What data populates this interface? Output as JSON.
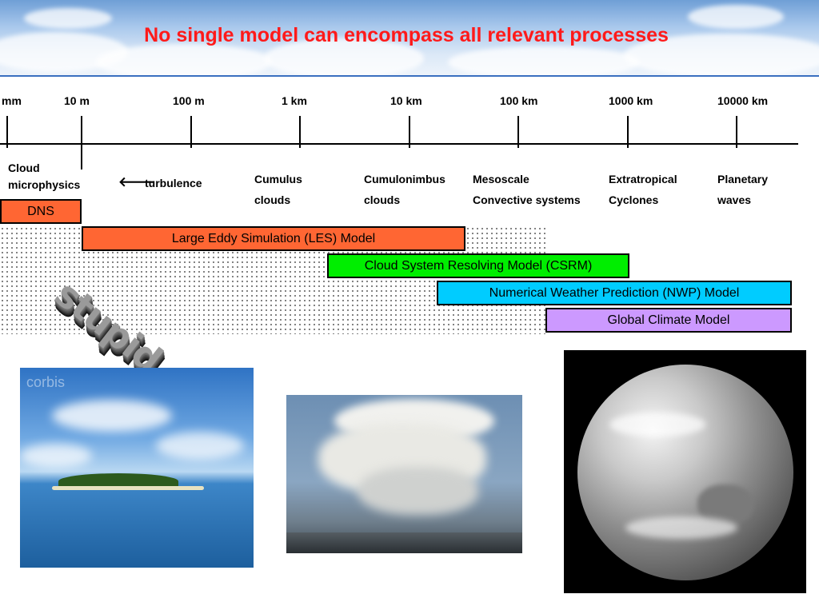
{
  "title": "No single model can encompass all relevant processes",
  "scale": {
    "ticks": [
      "mm",
      "10 m",
      "100 m",
      "1 km",
      "10 km",
      "100 km",
      "1000 km",
      "10000 km"
    ]
  },
  "processes": {
    "cloud_microphysics": [
      "Cloud",
      "microphysics"
    ],
    "turbulence": "turbulence",
    "cumulus": [
      "Cumulus",
      "clouds"
    ],
    "cumulonimbus": [
      "Cumulonimbus",
      "clouds"
    ],
    "mesoscale": [
      "Mesoscale",
      "Convective systems"
    ],
    "extratropical": [
      "Extratropical",
      "Cyclones"
    ],
    "planetary": [
      "Planetary",
      "waves"
    ]
  },
  "models": {
    "dns": "DNS",
    "les": "Large Eddy Simulation (LES) Model",
    "csrm": "Cloud System Resolving Model (CSRM)",
    "nwp": "Numerical Weather Prediction (NWP) Model",
    "gcm": "Global Climate Model"
  },
  "wordart": "stupid",
  "watermark": "corbis",
  "colors": {
    "title": "#ff1a1a",
    "dns": "#ff6633",
    "les": "#ff6633",
    "csrm": "#00ee00",
    "nwp": "#00ccff",
    "gcm": "#cc99ff"
  }
}
